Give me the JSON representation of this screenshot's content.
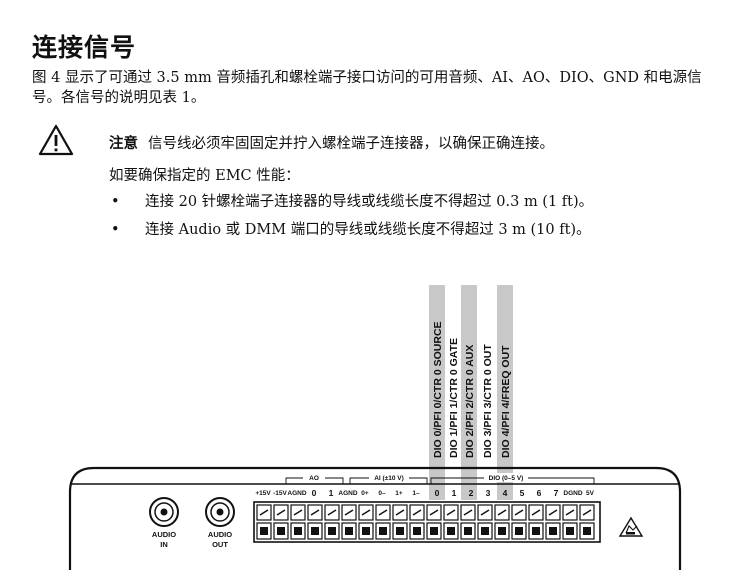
{
  "heading": "连接信号",
  "intro": "图 4 显示了可通过 3.5 mm 音频插孔和螺栓端子接口访问的可用音频、AI、AO、DIO、GND 和电源信号。各信号的说明见表 1。",
  "caution": {
    "label": "注意",
    "text": "信号线必须牢固固定并拧入螺栓端子连接器，以确保正确连接。"
  },
  "emc_intro": "如要确保指定的 EMC 性能：",
  "bullets": [
    "连接 20 针螺栓端子连接器的导线或线缆长度不得超过 0.3 m (1 ft)。",
    "连接 Audio 或 DMM 端口的导线或线缆长度不得超过 3 m (10 ft)。"
  ],
  "diagram": {
    "signal_labels": [
      "DIO 0/PFI 0/CTR 0 SOURCE",
      "DIO 1/PFI 1/CTR 0 GATE",
      "DIO 2/PFI 2/CTR 0 AUX",
      "DIO 3/PFI 3/CTR 0 OUT",
      "DIO 4/PFI 4/FREQ OUT"
    ],
    "group_labels": {
      "ao": "AO",
      "ai": "AI (±10 V)",
      "dio": "DIO (0–5 V)"
    },
    "terminal_labels": [
      "+15V",
      "-15V",
      "AGND",
      "0",
      "1",
      "AGND",
      "0+",
      "0–",
      "1+",
      "1–",
      "0",
      "1",
      "2",
      "3",
      "4",
      "5",
      "6",
      "7",
      "DGND",
      "5V"
    ],
    "audio_in": [
      "AUDIO",
      "IN"
    ],
    "audio_out": [
      "AUDIO",
      "OUT"
    ]
  }
}
